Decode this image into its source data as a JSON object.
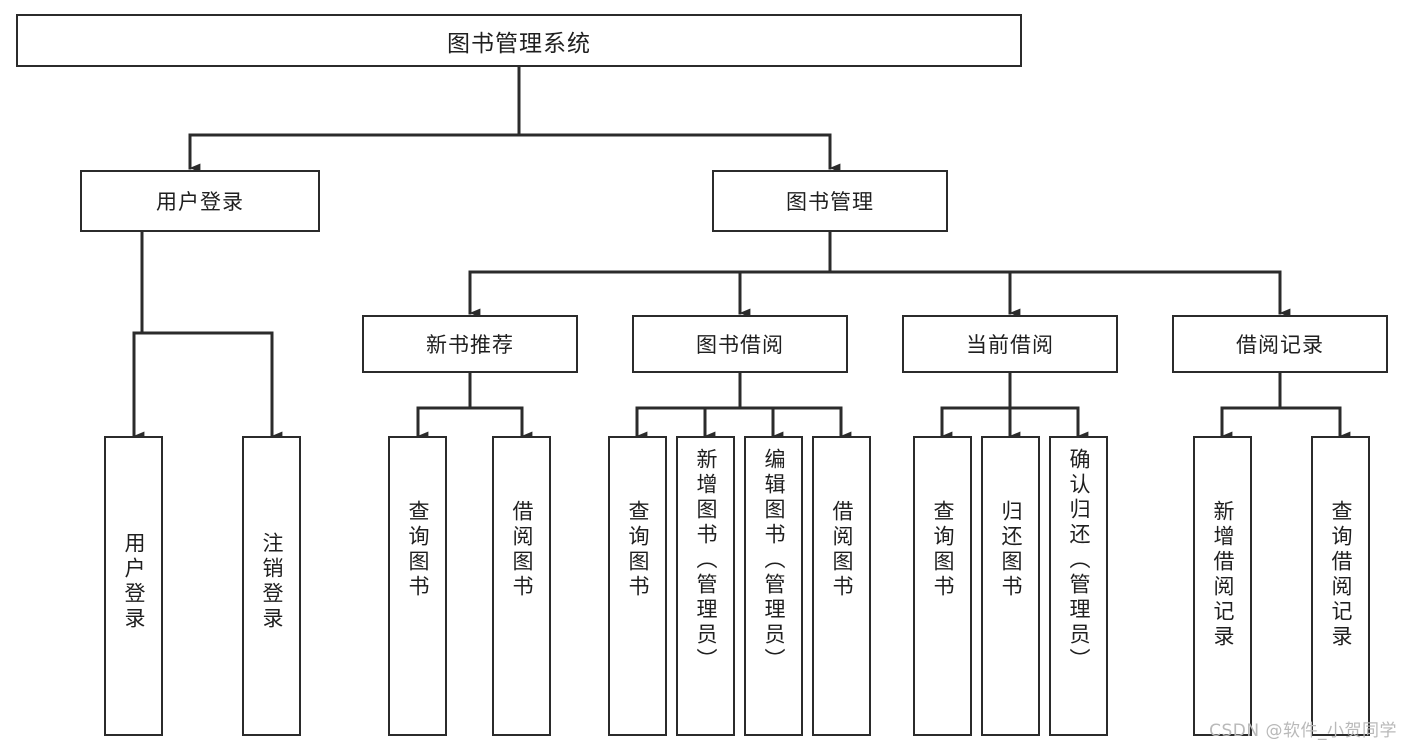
{
  "diagram": {
    "title": "图书管理系统",
    "type": "tree",
    "watermark": "CSDN @软件_小贺同学",
    "colors": {
      "stroke": "#2b2b2b",
      "fill": "#ffffff",
      "text": "#1f1f1f",
      "watermark": "#b9b9b9"
    },
    "nodes": {
      "root": "图书管理系统",
      "level1": {
        "user_login": "用户登录",
        "book_manage": "图书管理"
      },
      "level2": {
        "new_book_rec": "新书推荐",
        "book_borrow": "图书借阅",
        "current_borrow": "当前借阅",
        "borrow_record": "借阅记录"
      },
      "leaves": {
        "user_login_1": "用户登录",
        "user_login_2": "注销登录",
        "new_book_rec_1": "查询图书",
        "new_book_rec_2": "借阅图书",
        "book_borrow_1": "查询图书",
        "book_borrow_2": "新增图书（管理员）",
        "book_borrow_3": "编辑图书（管理员）",
        "book_borrow_4": "借阅图书",
        "current_borrow_1": "查询图书",
        "current_borrow_2": "归还图书",
        "current_borrow_3": "确认归还（管理员）",
        "borrow_record_1": "新增借阅记录",
        "borrow_record_2": "查询借阅记录"
      }
    },
    "edges": [
      {
        "from": "root",
        "to": "user_login"
      },
      {
        "from": "root",
        "to": "book_manage"
      },
      {
        "from": "user_login",
        "to": "user_login_1"
      },
      {
        "from": "user_login",
        "to": "user_login_2"
      },
      {
        "from": "book_manage",
        "to": "new_book_rec"
      },
      {
        "from": "book_manage",
        "to": "book_borrow"
      },
      {
        "from": "book_manage",
        "to": "current_borrow"
      },
      {
        "from": "book_manage",
        "to": "borrow_record"
      },
      {
        "from": "new_book_rec",
        "to": "new_book_rec_1"
      },
      {
        "from": "new_book_rec",
        "to": "new_book_rec_2"
      },
      {
        "from": "book_borrow",
        "to": "book_borrow_1"
      },
      {
        "from": "book_borrow",
        "to": "book_borrow_2"
      },
      {
        "from": "book_borrow",
        "to": "book_borrow_3"
      },
      {
        "from": "book_borrow",
        "to": "book_borrow_4"
      },
      {
        "from": "current_borrow",
        "to": "current_borrow_1"
      },
      {
        "from": "current_borrow",
        "to": "current_borrow_2"
      },
      {
        "from": "current_borrow",
        "to": "current_borrow_3"
      },
      {
        "from": "borrow_record",
        "to": "borrow_record_1"
      },
      {
        "from": "borrow_record",
        "to": "borrow_record_2"
      }
    ]
  }
}
